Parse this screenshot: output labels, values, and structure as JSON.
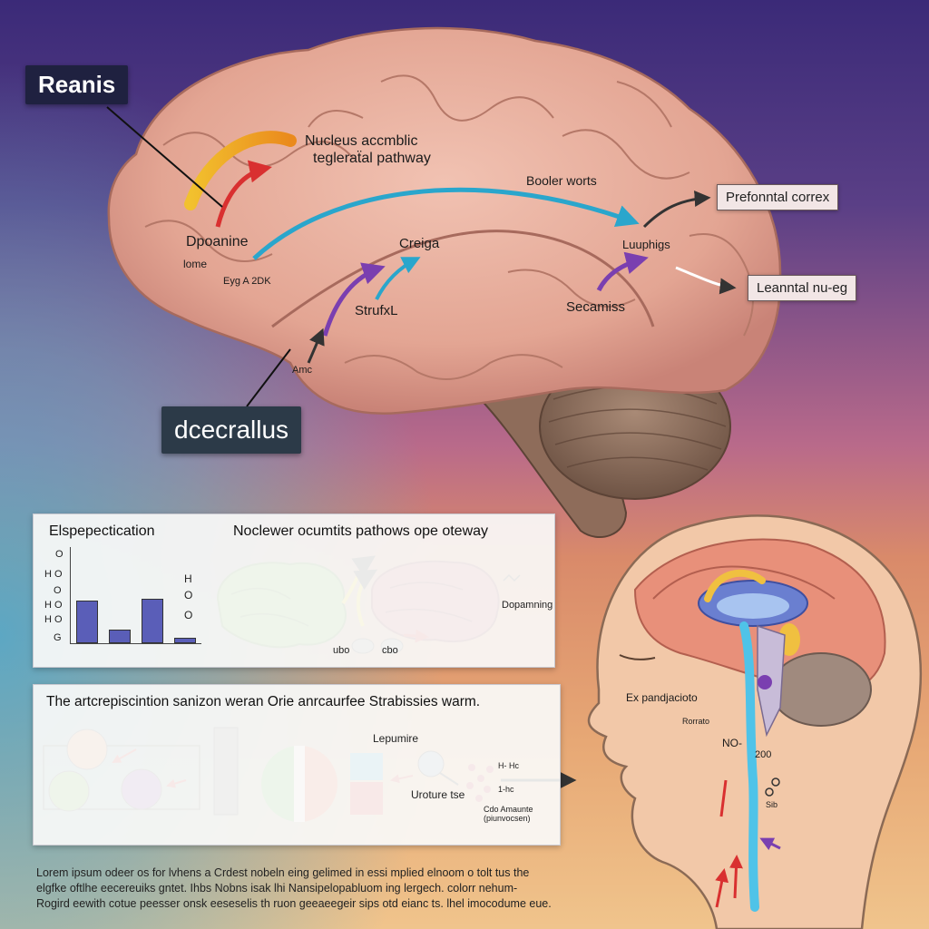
{
  "brain_labels": {
    "reanis": "Reanis",
    "dcecrallus": "dcecrallus",
    "nucleus_line1": "Nucleus accmblic",
    "nucleus_line2": "tegleraẗal pathway",
    "dpoanine": "Dpoanine",
    "lome": "lome",
    "eys": "Eyg A 2DK",
    "creiga": "Creiga",
    "strufxl": "StrufxL",
    "amc": "Amc",
    "booler": "Booler worts",
    "luuphigs": "Luuphigs",
    "secamiss": "Secamiss",
    "prefontal": "Prefonntal correx",
    "leanntal": "Leanntal nu-eg",
    "rorrato": "Rorrato"
  },
  "panel_top": {
    "left_title": "Elspepectication",
    "title": "Noclewer ocumtits pathows ope oteway",
    "axis_ticks": [
      "O",
      "H O",
      "O",
      "H O",
      "H O",
      "G"
    ],
    "bar_values": [
      0.42,
      0.12,
      0.44,
      0.04
    ],
    "bar_color": "#5a5eb8",
    "side_marks": [
      "H",
      "O",
      "O"
    ],
    "dopamine_label": "Dopamning",
    "small_labels": [
      "ubo",
      "cbo"
    ]
  },
  "panel_bottom": {
    "title": "The artcrepiscintion sanizon weran Orie anrcaurfee Strabissies warm.",
    "lepumire": "Lepumire",
    "uroture": "Uroture tse",
    "sample_label": "Cdo Amaunte",
    "sample_sub": "(piunvocsen)",
    "mark": "H- Hc",
    "mark2": "1-hc"
  },
  "head_labels": {
    "exp": "Ex pandjacioto",
    "no": "NO-",
    "n200": "200",
    "sib": "Sib"
  },
  "footer": {
    "line1": "Lorem ipsum odeer os for lvhens a Crdest nobeln eing gelimed in essi mplied elnoom o tolt tus the",
    "line2": "elgfke oftlhe eecereuiks gntet. Ihbs Nobns isak lhi Nansipelopabluom ing lergech. colorr nehum-",
    "line3": "Rogird eewith cotue peesser onsk eeseselis th ruon geeaeegeir sips otd eianc ts. lhel imocodume eue."
  }
}
